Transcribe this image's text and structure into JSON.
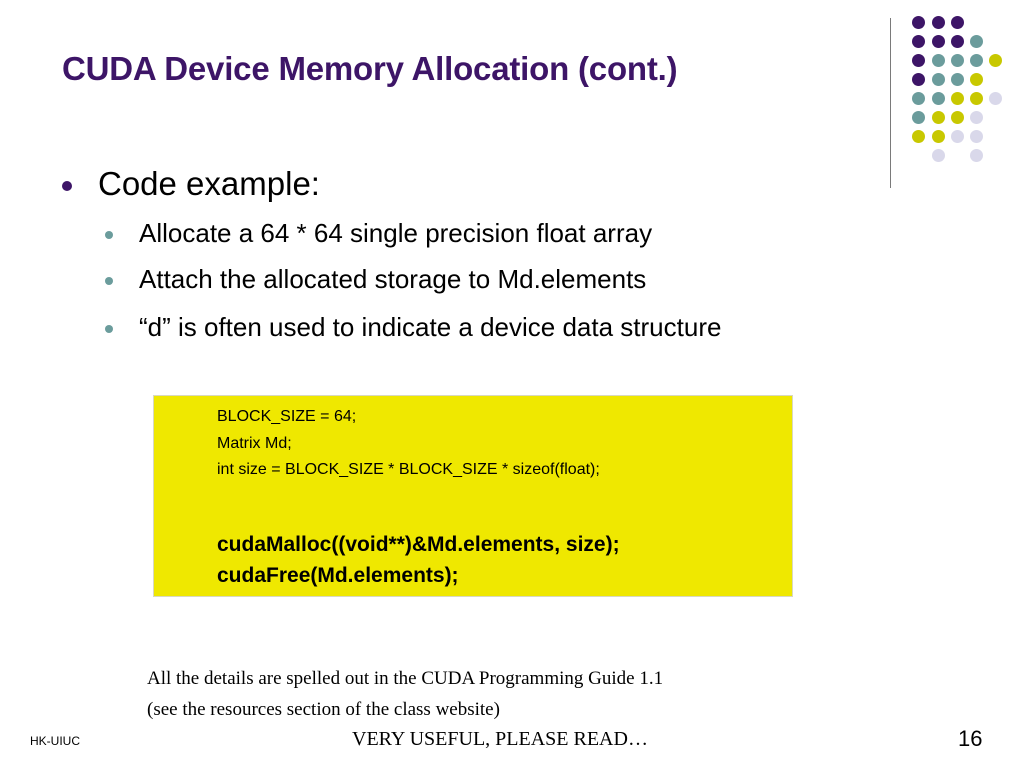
{
  "slide": {
    "title": "CUDA Device Memory Allocation (cont.)",
    "bullet": "Code example:",
    "sub_bullets": [
      "Allocate a  64 * 64 single precision float array",
      "Attach the allocated storage to Md.elements",
      "“d” is often used to indicate a device data structure"
    ],
    "code": {
      "lines": [
        "BLOCK_SIZE = 64;",
        "Matrix Md;",
        "int size = BLOCK_SIZE * BLOCK_SIZE * sizeof(float);"
      ],
      "bold_lines": [
        "cudaMalloc((void**)&Md.elements, size);",
        "cudaFree(Md.elements);"
      ],
      "background_color": "#efe800"
    },
    "note_lines": [
      "All the details are spelled out in the CUDA Programming Guide 1.1",
      "(see the resources section of the class website)"
    ],
    "footer_left": "HK-UIUC",
    "footer_center": "VERY USEFUL, PLEASE READ…",
    "page_number": "16"
  },
  "colors": {
    "title": "#3d1567",
    "purple": "#3d1567",
    "teal": "#6b9c9c",
    "yellow": "#c8c800",
    "lavender": "#d9d8ea"
  }
}
